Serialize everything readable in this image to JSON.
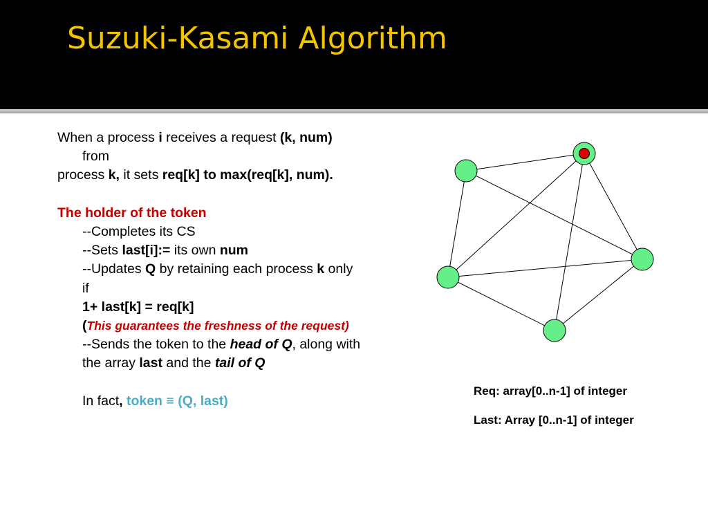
{
  "slide": {
    "title": "Suzuki-Kasami Algorithm"
  },
  "body": {
    "l1_a": "When a process ",
    "l1_b": "i",
    "l1_c": " receives a request ",
    "l1_d": "(k, num)",
    "l2": "from",
    "l3_a": " process ",
    "l3_b": "k,",
    "l3_c": " it sets ",
    "l3_d": "req[k] to max(req[k], num).",
    "holder_heading": "The holder of the token",
    "step1": "--Completes its CS",
    "step2_a": "--Sets ",
    "step2_b": "last[i]:=",
    "step2_c": " its own ",
    "step2_d": "num",
    "step3_a": "--Updates ",
    "step3_b": "Q",
    "step3_c": " by retaining each process ",
    "step3_d": "k",
    "step3_e": " only",
    "step3_f": "if",
    "condition": "1+ last[k] = req[k]",
    "paren_open": " (",
    "freshness_note": "This guarantees the freshness of the request)",
    "step4_a": "--Sends the token to the ",
    "step4_b": "head of Q",
    "step4_c": ", along with",
    "step5_a": "the array ",
    "step5_b": "last",
    "step5_c": " and the ",
    "step5_d": "tail of Q",
    "fact_a": "In fact",
    "fact_b": ",",
    "fact_c": " token ",
    "fact_d": "≡",
    "fact_e": " (Q, last)"
  },
  "notes": {
    "req": "Req: array[0..n-1] of integer",
    "last": "Last: Array [0..n-1] of integer"
  },
  "graph": {
    "node_color": "#66ee88",
    "token_color": "#dd0000",
    "edge_color": "#000000"
  }
}
